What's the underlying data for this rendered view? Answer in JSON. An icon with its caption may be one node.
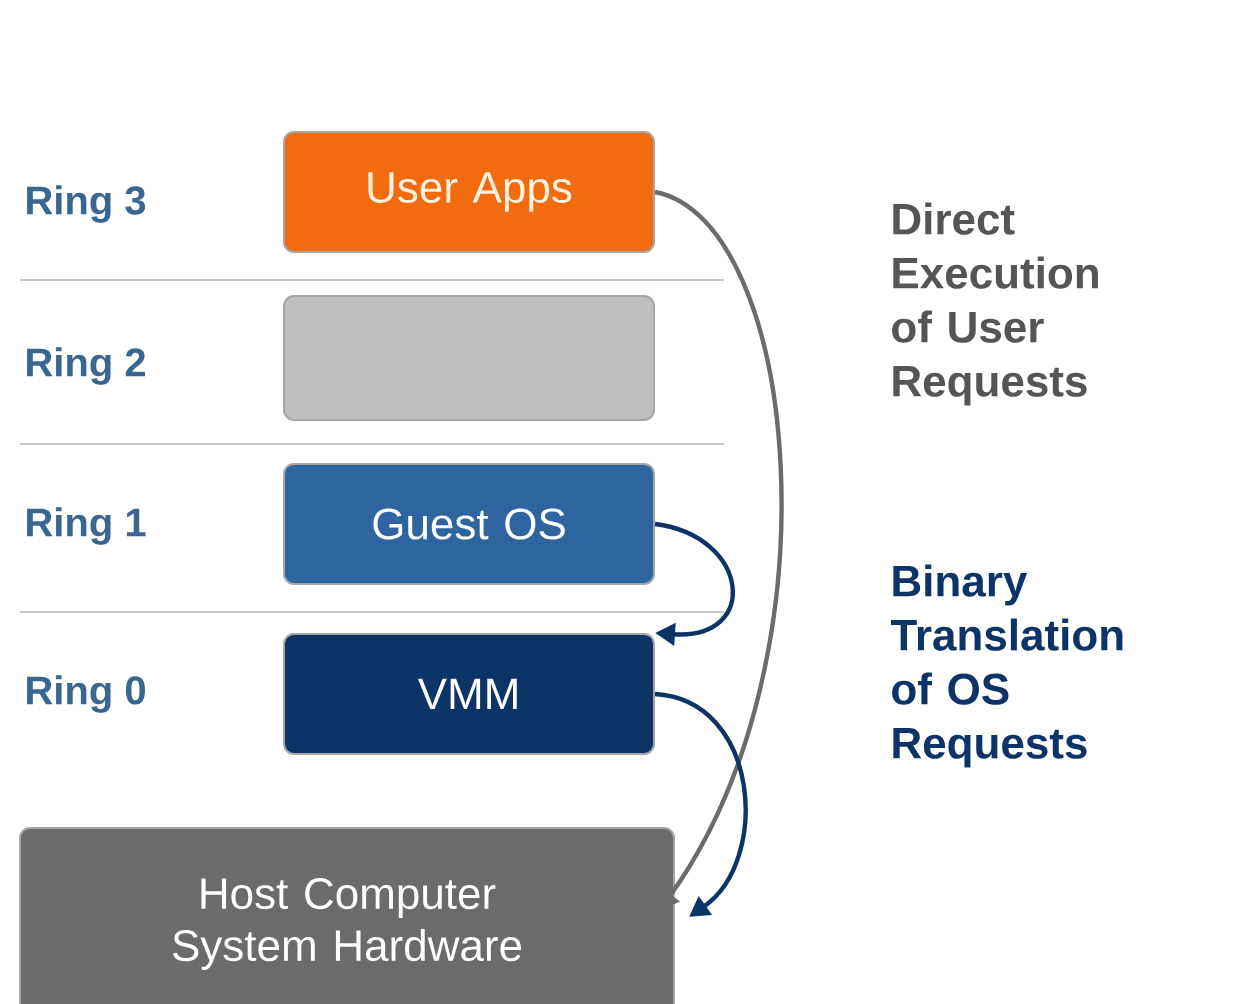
{
  "diagram": {
    "nodes": [
      {
        "text": [
          "User Apps"
        ]
      },
      {
        "text": [],
        "shape": "box"
      },
      {
        "text": [
          "Guest OS"
        ]
      },
      {
        "text": [
          "VMM"
        ]
      },
      {
        "text": [
          "Host Computer System Hardware"
        ]
      }
    ],
    "edges": [
      {
        "from": 0,
        "to": 4,
        "arrow": "to",
        "color": "#6b6b6b"
      },
      {
        "from": 2,
        "to": 3,
        "arrow": "to"
      },
      {
        "from": 3,
        "to": 4,
        "arrow": "to"
      }
    ],
    "labels": [
      "Ring 3",
      "Direct Execution of User Requests",
      "Ring 2",
      "Ring 1",
      "Binary Translation of OS Requests",
      "Ring 0"
    ]
  }
}
